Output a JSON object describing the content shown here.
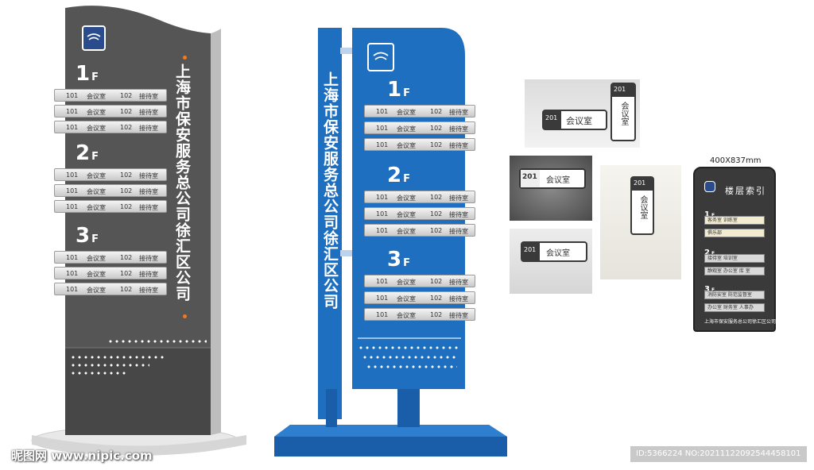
{
  "company_name": "上海市保安服务总公司徐汇区公司",
  "floors": [
    {
      "label": "1",
      "suffix": "F",
      "rows": [
        {
          "room_a": "101",
          "name_a": "会议室",
          "room_b": "102",
          "name_b": "接待室"
        },
        {
          "room_a": "101",
          "name_a": "会议室",
          "room_b": "102",
          "name_b": "接待室"
        },
        {
          "room_a": "101",
          "name_a": "会议室",
          "room_b": "102",
          "name_b": "接待室"
        }
      ]
    },
    {
      "label": "2",
      "suffix": "F",
      "rows": [
        {
          "room_a": "101",
          "name_a": "会议室",
          "room_b": "102",
          "name_b": "接待室"
        },
        {
          "room_a": "101",
          "name_a": "会议室",
          "room_b": "102",
          "name_b": "接待室"
        },
        {
          "room_a": "101",
          "name_a": "会议室",
          "room_b": "102",
          "name_b": "接待室"
        }
      ]
    },
    {
      "label": "3",
      "suffix": "F",
      "rows": [
        {
          "room_a": "101",
          "name_a": "会议室",
          "room_b": "102",
          "name_b": "接待室"
        },
        {
          "room_a": "101",
          "name_a": "会议室",
          "room_b": "102",
          "name_b": "接待室"
        },
        {
          "room_a": "101",
          "name_a": "会议室",
          "room_b": "102",
          "name_b": "接待室"
        }
      ]
    }
  ],
  "door_sign": {
    "number": "201",
    "name": "会议室"
  },
  "floor_index": {
    "size_label": "400X837mm",
    "title": "楼层索引",
    "floors": [
      {
        "label": "1",
        "suffix": "F",
        "rows": [
          "客务室  训练室",
          "俱乐部"
        ]
      },
      {
        "label": "2",
        "suffix": "F",
        "rows": [
          "接待室  培训室",
          "静观室   办公室  库 室"
        ]
      },
      {
        "label": "3",
        "suffix": "F",
        "rows": [
          "消防安室  防范监督室",
          "办公室  财务室  人事办"
        ]
      }
    ],
    "footer": "上海市保安服务总公司徐汇区公司"
  },
  "watermark_left": "昵图网 www.nipic.com",
  "watermark_right": "ID:5366224 NO:20211122092544458101",
  "colors": {
    "gray": "#555555",
    "blue": "#1f6fc0",
    "dark": "#3a3a3a"
  },
  "icons": [
    "shield-logo-icon",
    "orange-dot-icon"
  ]
}
